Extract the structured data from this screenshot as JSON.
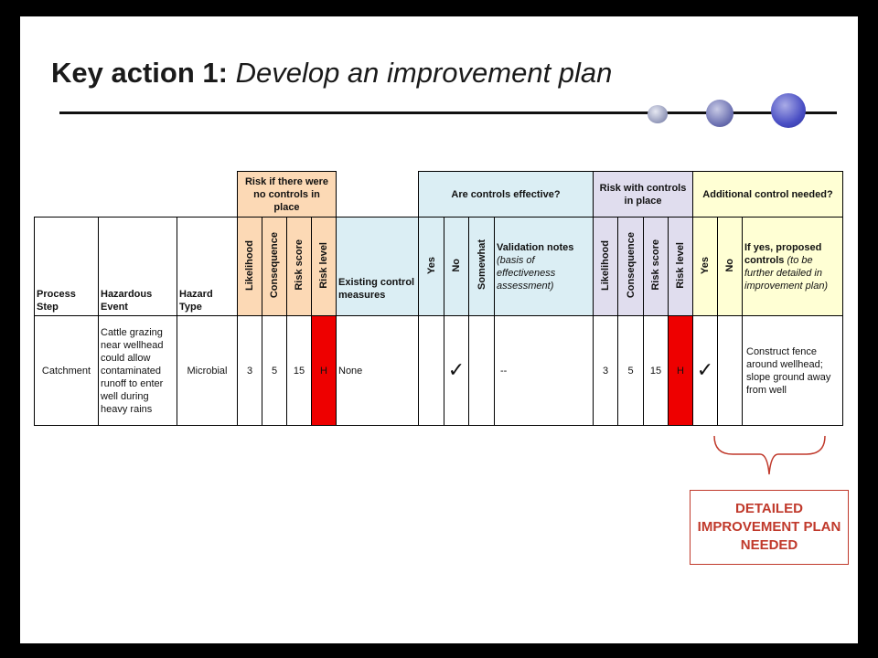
{
  "title": {
    "main": "Key action 1:",
    "sub": "Develop an improvement plan"
  },
  "groups": {
    "no_controls": "Risk if there were no controls in place",
    "effective": "Are controls effective?",
    "with_controls": "Risk with controls in place",
    "additional": "Additional control needed?"
  },
  "headers": {
    "process_step": "Process Step",
    "hazardous_event": "Hazardous Event",
    "hazard_type": "Hazard Type",
    "likelihood": "Likelihood",
    "consequence": "Consequence",
    "risk_score": "Risk score",
    "risk_level": "Risk level",
    "existing_controls": "Existing control measures",
    "yes": "Yes",
    "no": "No",
    "somewhat": "Somewhat",
    "validation_main": "Validation notes",
    "validation_note": "(basis of effectiveness assessment)",
    "likelihood2": "Likelihood",
    "consequence2": "Consequence",
    "risk_score2": "Risk score",
    "risk_level2": "Risk level",
    "yes2": "Yes",
    "no2": "No",
    "proposed_main": "If yes, proposed controls",
    "proposed_note": "(to be further detailed in improvement plan)"
  },
  "row": {
    "process_step": "Catchment",
    "hazardous_event": "Cattle grazing near wellhead could allow contaminated runoff to enter well during heavy rains",
    "hazard_type": "Microbial",
    "likelihood": "3",
    "consequence": "5",
    "risk_score": "15",
    "risk_level": "H",
    "existing_controls": "None",
    "effective_no_mark": "✓",
    "validation": "--",
    "likelihood2": "3",
    "consequence2": "5",
    "risk_score2": "15",
    "risk_level2": "H",
    "additional_yes_mark": "✓",
    "proposed": "Construct fence around wellhead; slope ground away from well"
  },
  "callout": "DETAILED IMPROVEMENT PLAN NEEDED",
  "colors": {
    "risk_high": "#ee0000",
    "no_controls_bg": "#fcd9b5",
    "effective_bg": "#dbeef4",
    "with_controls_bg": "#e0ddee",
    "additional_bg": "#ffffd4",
    "callout": "#c0392b"
  }
}
